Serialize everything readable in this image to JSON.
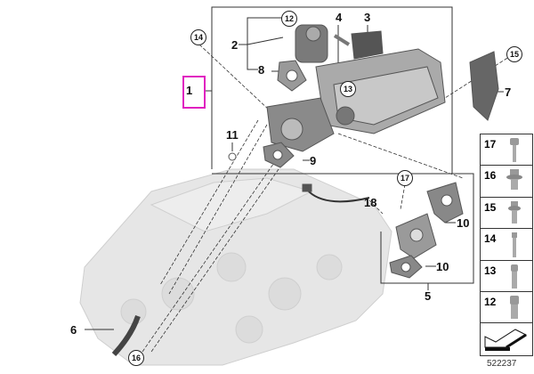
{
  "diagram": {
    "main_label": "1",
    "callouts_plain": [
      {
        "id": "2"
      },
      {
        "id": "3"
      },
      {
        "id": "4"
      },
      {
        "id": "5"
      },
      {
        "id": "6"
      },
      {
        "id": "7"
      },
      {
        "id": "8"
      },
      {
        "id": "9"
      },
      {
        "id": "10"
      },
      {
        "id": "10b",
        "text": "10"
      },
      {
        "id": "11"
      },
      {
        "id": "18"
      }
    ],
    "labels": {
      "p2": "2",
      "p3": "3",
      "p4": "4",
      "p5": "5",
      "p6": "6",
      "p7": "7",
      "p8": "8",
      "p9": "9",
      "p10a": "10",
      "p10b": "10",
      "p11": "11",
      "p18": "18"
    },
    "circled": {
      "c12": "12",
      "c13": "13",
      "c14": "14",
      "c15": "15",
      "c16": "16",
      "c17": "17"
    },
    "fastener_table": [
      "17",
      "16",
      "15",
      "14",
      "13",
      "12"
    ],
    "diagram_number": "522237"
  }
}
